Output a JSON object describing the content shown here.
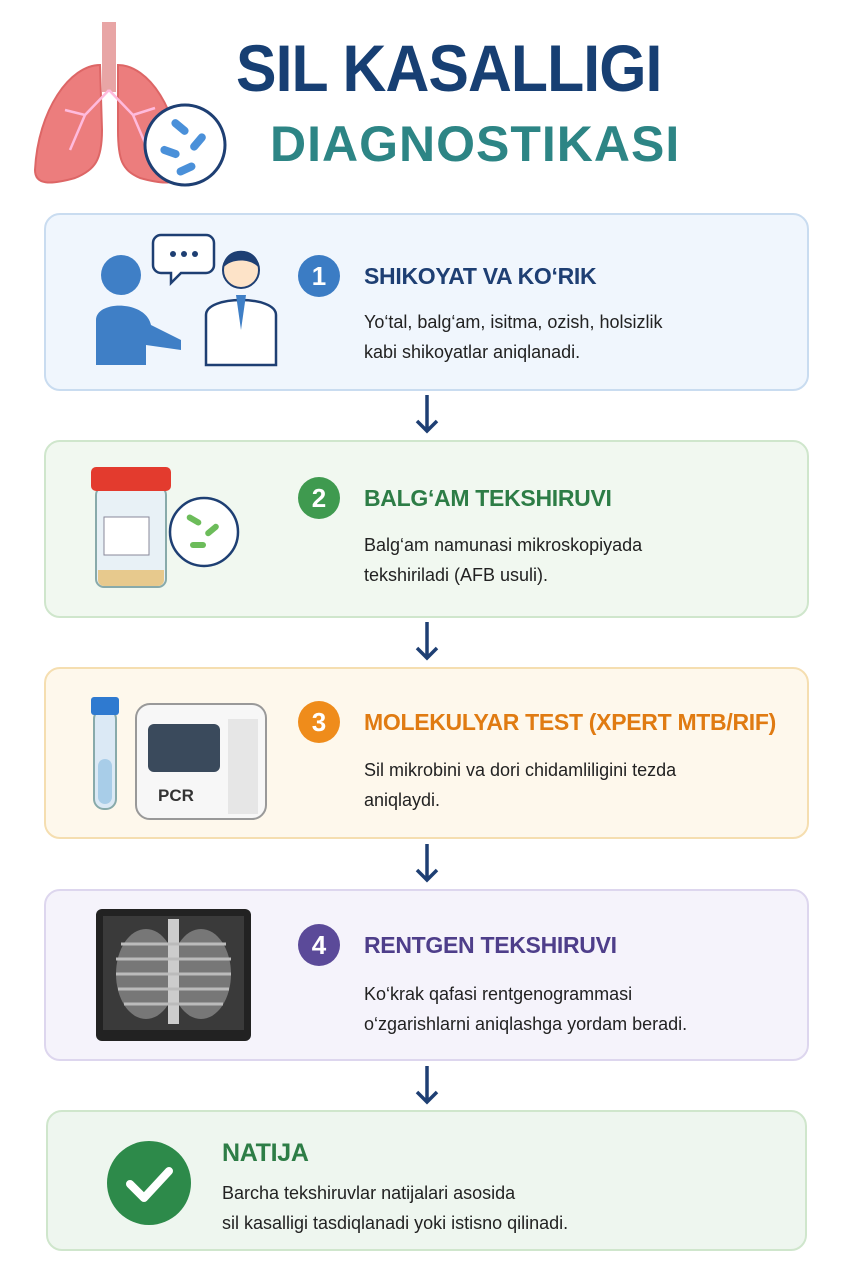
{
  "header": {
    "title_line1": "SIL KASALLIGI",
    "title_line2": "DIAGNOSTIKASI"
  },
  "steps": [
    {
      "number": "1",
      "title": "SHIKOYAT VA KO‘RIK",
      "desc_line1": "Yo‘tal, balg‘am, isitma, ozish, holsizlik",
      "desc_line2": "kabi shikoyatlar aniqlanadi.",
      "color": "#3b7cc4"
    },
    {
      "number": "2",
      "title": "BALG‘AM TEKSHIRUVI",
      "desc_line1": "Balg‘am namunasi mikroskopiyada",
      "desc_line2": "tekshiriladi (AFB usuli).",
      "color": "#3f9a4f"
    },
    {
      "number": "3",
      "title": "MOLEKULYAR TEST (XPERT MTB/RIF)",
      "desc_line1": "Sil mikrobini va dori chidamliligini tezda",
      "desc_line2": "aniqlaydi.",
      "color": "#ef8c1b"
    },
    {
      "number": "4",
      "title": "RENTGEN TEKSHIRUVI",
      "desc_line1": "Ko‘krak qafasi rentgenogrammasi",
      "desc_line2": "o‘zgarishlarni aniqlashga yordam beradi.",
      "color": "#5b4a99"
    }
  ],
  "pcr_label": "PCR",
  "result": {
    "title": "NATIJA",
    "desc_line1": "Barcha tekshiruvlar natijalari asosida",
    "desc_line2": "sil kasalligi tasdiqlanadi yoki istisno qilinadi.",
    "color": "#2d7d46"
  }
}
